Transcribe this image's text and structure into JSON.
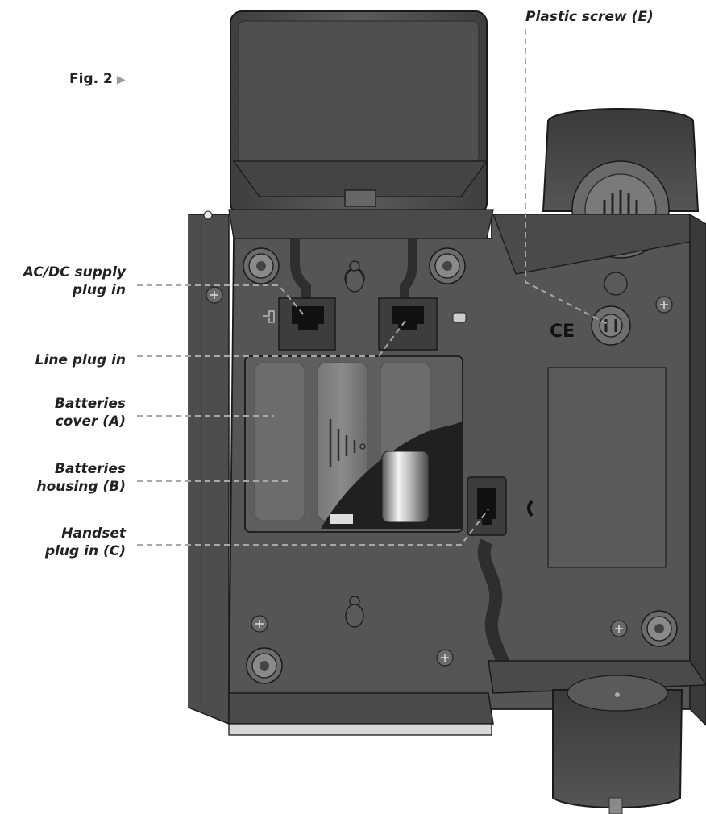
{
  "figure": {
    "label": "Fig. 2",
    "arrow_icon": "triangle-right-icon"
  },
  "labels": {
    "plastic_screw": "Plastic screw (E)",
    "acdc_line1": "AC/DC supply",
    "acdc_line2": "plug in",
    "line_plug": "Line plug in",
    "batt_cover_line1": "Batteries",
    "batt_cover_line2": "cover (A)",
    "batt_housing_line1": "Batteries",
    "batt_housing_line2": "housing (B)",
    "handset_line1": "Handset",
    "handset_line2": "plug in (C)"
  },
  "marks": {
    "ce": "CE"
  },
  "colors": {
    "body_dark": "#4a4a4a",
    "body_mid": "#5c5c5c",
    "body_light": "#6e6e6e",
    "leader_line": "#a8a8a8",
    "text": "#222222"
  }
}
